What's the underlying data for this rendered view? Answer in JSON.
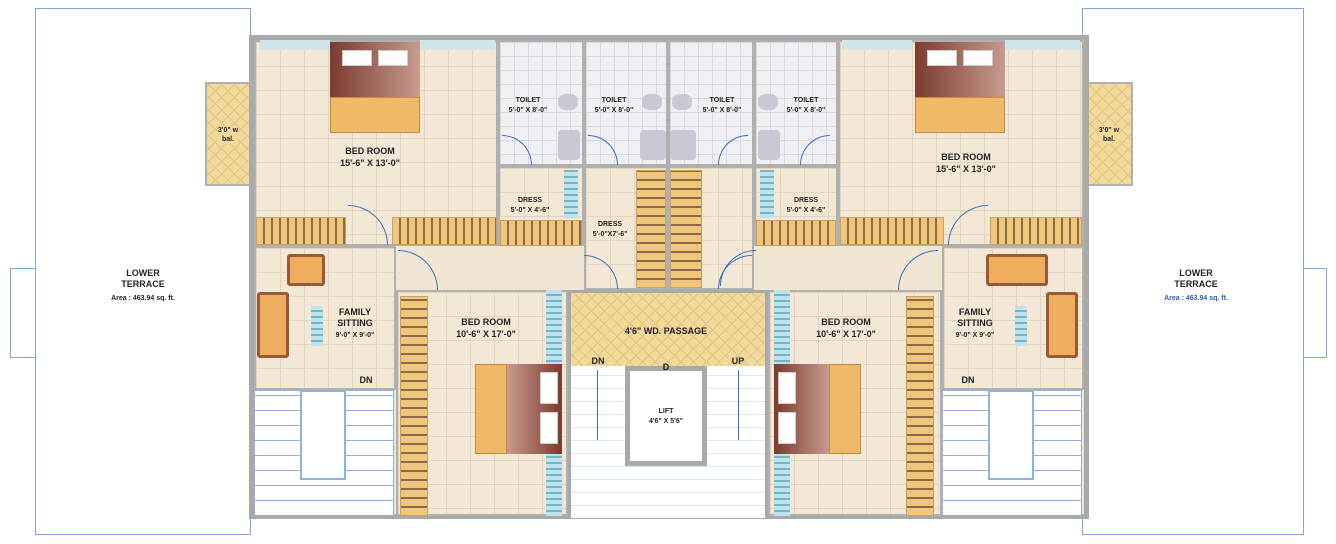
{
  "left_wing": {
    "terrace": {
      "name": "LOWER\nTERRACE",
      "area": "Area : 463.94 sq. ft."
    },
    "balcony": "3'0\" w\nbal.",
    "master_bedroom": {
      "name": "BED ROOM",
      "size": "15'-6\" X 13'-0\""
    },
    "toilet_1": {
      "name": "TOILET",
      "size": "5'-0\" X 8'-0\""
    },
    "toilet_2": {
      "name": "TOILET",
      "size": "5'-0\" X 8'-0\""
    },
    "dress_1": {
      "name": "DRESS",
      "size": "5'-0\" X 4'-6\""
    },
    "dress_2": {
      "name": "DRESS",
      "size": "5'-0\"X7'-6\""
    },
    "family": {
      "name": "FAMILY\nSITTING",
      "size": "9'-0\" X 9'-0\"",
      "stair": "DN"
    },
    "bedroom_2": {
      "name": "BED ROOM",
      "size": "10'-6\" X 17'-0\""
    }
  },
  "right_wing": {
    "terrace": {
      "name": "LOWER\nTERRACE",
      "area": "Area : 463.94 sq. ft."
    },
    "balcony": "3'0\" w\nbal.",
    "master_bedroom": {
      "name": "BED ROOM",
      "size": "15'-6\" X 13'-0\""
    },
    "toilet_1": {
      "name": "TOILET",
      "size": "5'-0\" X 8'-0\""
    },
    "toilet_2": {
      "name": "TOILET",
      "size": "5'-0\" X 8'-0\""
    },
    "dress_1": {
      "name": "DRESS",
      "size": "5'-0\" X 4'-6\""
    },
    "family": {
      "name": "FAMILY\nSITTING",
      "size": "9'-0\" X 9'-0\"",
      "stair": "DN"
    },
    "bedroom_2": {
      "name": "BED ROOM",
      "size": "10'-6\" X 17'-0\""
    }
  },
  "core": {
    "passage": "4'6\" WD. PASSAGE",
    "dn": "DN",
    "up": "UP",
    "door": "D",
    "lift": "LIFT",
    "lift_size": "4'6\" X 5'6\""
  },
  "colors": {
    "wall": "#a9a9a9",
    "floor": "#f3e8d6",
    "terrace_line": "#7fa6d6",
    "accent_text": "#2a5fb5"
  }
}
